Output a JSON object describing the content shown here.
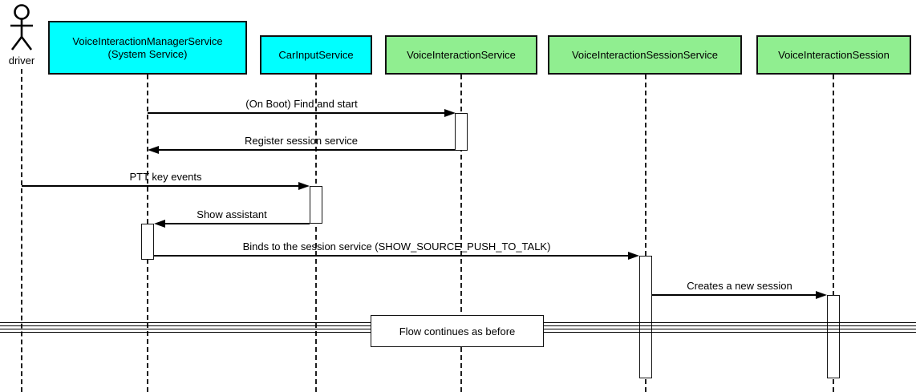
{
  "diagram": {
    "type": "uml-sequence-diagram",
    "actor": {
      "label": "driver"
    },
    "participants": [
      {
        "label": "VoiceInteractionManagerService\n(System Service)",
        "fill": "#00FFFF"
      },
      {
        "label": "CarInputService",
        "fill": "#00FFFF"
      },
      {
        "label": "VoiceInteractionService",
        "fill": "#90EE90"
      },
      {
        "label": "VoiceInteractionSessionService",
        "fill": "#90EE90"
      },
      {
        "label": "VoiceInteractionSession",
        "fill": "#90EE90"
      }
    ],
    "messages": [
      {
        "label": "(On Boot) Find and start",
        "from": "VoiceInteractionManagerService",
        "to": "VoiceInteractionService",
        "direction": "right"
      },
      {
        "label": "Register session service",
        "from": "VoiceInteractionService",
        "to": "VoiceInteractionManagerService",
        "direction": "left"
      },
      {
        "label": "PTT key events",
        "from": "driver",
        "to": "CarInputService",
        "direction": "right"
      },
      {
        "label": "Show assistant",
        "from": "CarInputService",
        "to": "VoiceInteractionManagerService",
        "direction": "left"
      },
      {
        "label": "Binds to the session service (SHOW_SOURCE_PUSH_TO_TALK)",
        "from": "VoiceInteractionManagerService",
        "to": "VoiceInteractionSessionService",
        "direction": "right"
      },
      {
        "label": "Creates a new session",
        "from": "VoiceInteractionSessionService",
        "to": "VoiceInteractionSession",
        "direction": "right"
      }
    ],
    "divider": {
      "label": "Flow continues as before"
    },
    "colors": {
      "participant_cyan": "#00FFFF",
      "participant_green": "#90EE90",
      "line": "#000000",
      "activation_fill": "#FFFFFF",
      "background": "#FFFFFF"
    }
  }
}
